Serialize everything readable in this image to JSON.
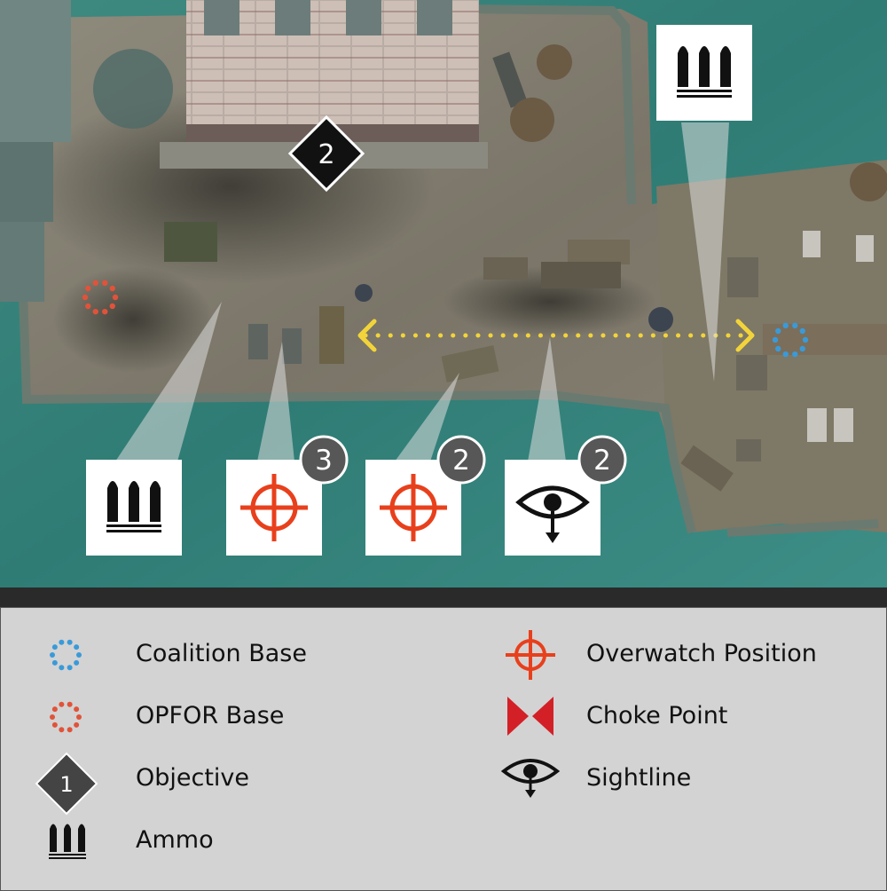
{
  "map": {
    "objective_marker": {
      "number": "2"
    },
    "callouts": [
      {
        "type": "ammo",
        "icon": "ammo-icon",
        "count": ""
      },
      {
        "type": "overwatch",
        "icon": "crosshair-icon",
        "count": "3"
      },
      {
        "type": "overwatch",
        "icon": "crosshair-icon",
        "count": "2"
      },
      {
        "type": "sightline",
        "icon": "eye-icon",
        "count": "2"
      },
      {
        "type": "ammo",
        "icon": "ammo-icon",
        "count": ""
      }
    ],
    "colors": {
      "coalition": "#3a9ad9",
      "opfor": "#e0533a",
      "overwatch": "#e8401c",
      "choke": "#d32027",
      "sightline_path": "#f2d43a"
    }
  },
  "legend": {
    "items": [
      {
        "key": "coalition_base",
        "label": "Coalition Base",
        "icon": "coalition-base-icon"
      },
      {
        "key": "opfor_base",
        "label": "OPFOR Base",
        "icon": "opfor-base-icon"
      },
      {
        "key": "objective",
        "label": "Objective",
        "icon": "objective-icon",
        "number": "1"
      },
      {
        "key": "ammo",
        "label": "Ammo",
        "icon": "ammo-icon"
      },
      {
        "key": "overwatch",
        "label": "Overwatch Position",
        "icon": "crosshair-icon"
      },
      {
        "key": "choke_point",
        "label": "Choke Point",
        "icon": "choke-point-icon"
      },
      {
        "key": "sightline",
        "label": "Sightline",
        "icon": "eye-icon"
      }
    ]
  }
}
